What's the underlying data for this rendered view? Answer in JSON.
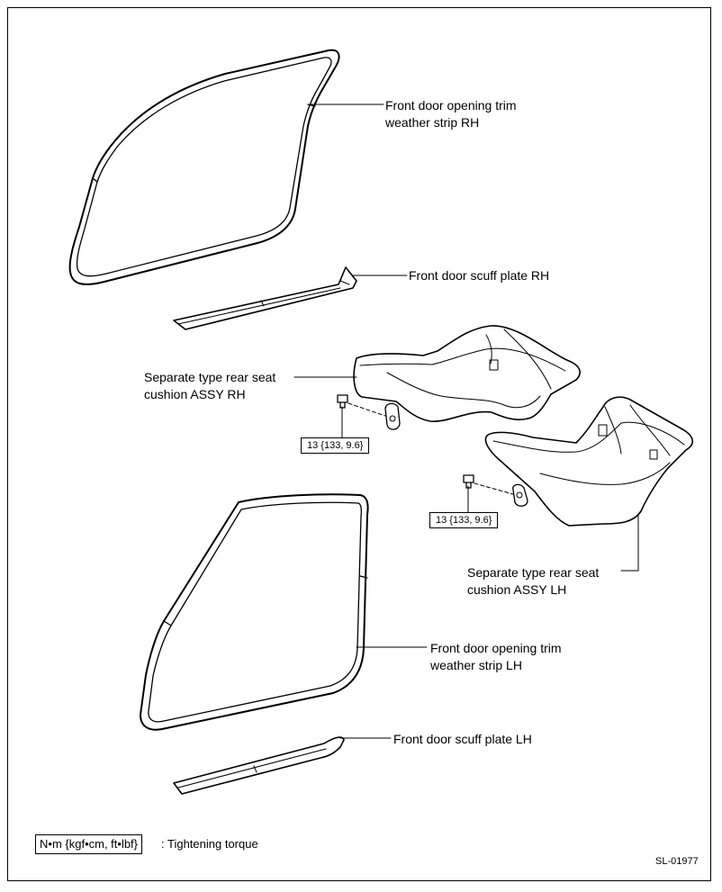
{
  "labels": {
    "rh_weather_strip": [
      "Front door opening trim",
      "weather strip RH"
    ],
    "rh_scuff_plate": "Front door scuff plate RH",
    "rh_seat_cushion": [
      "Separate type rear seat",
      "cushion ASSY RH"
    ],
    "lh_seat_cushion": [
      "Separate type rear seat",
      "cushion ASSY LH"
    ],
    "lh_weather_strip": [
      "Front door opening trim",
      "weather strip LH"
    ],
    "lh_scuff_plate": "Front door scuff plate LH"
  },
  "torque": {
    "rh": "13 {133, 9.6}",
    "lh": "13 {133, 9.6}"
  },
  "legend": {
    "unit": "N•m {kgf•cm, ft•lbf}",
    "text": ": Tightening torque"
  },
  "figure_code": "SL-01977"
}
